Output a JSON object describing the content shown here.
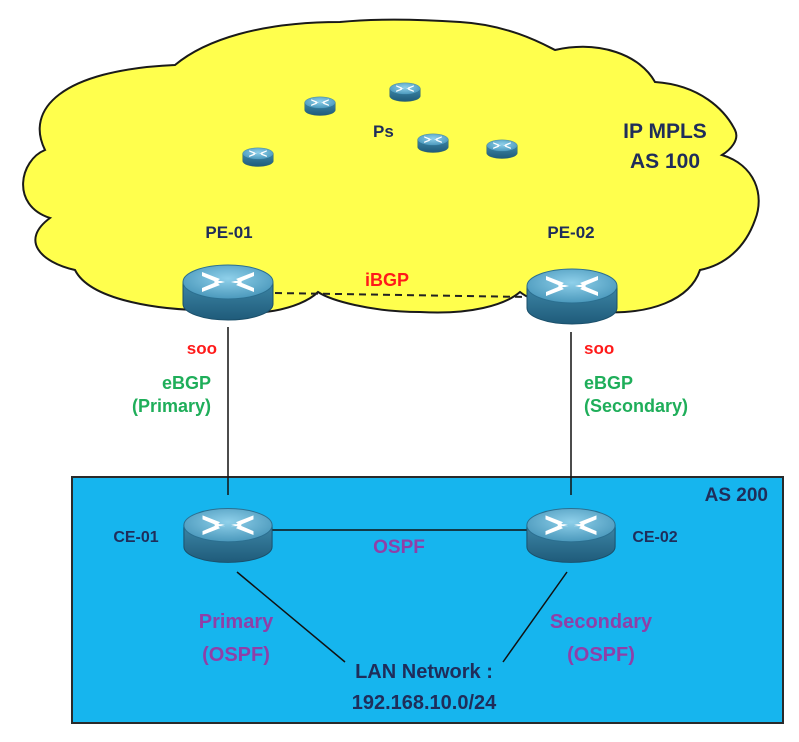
{
  "cloud": {
    "title_line1": "IP MPLS",
    "title_line2": "AS 100",
    "p_routers_label": "Ps",
    "fill_color": "#ffff4d"
  },
  "as200": {
    "label": "AS 200",
    "fill_color": "#16b5ee"
  },
  "routers": {
    "pe01": "PE-01",
    "pe02": "PE-02",
    "ce01": "CE-01",
    "ce02": "CE-02"
  },
  "links": {
    "ibgp": "iBGP",
    "soo_left": "soo",
    "soo_right": "soo",
    "ebgp_left_line1": "eBGP",
    "ebgp_left_line2": "(Primary)",
    "ebgp_right_line1": "eBGP",
    "ebgp_right_line2": "(Secondary)",
    "ospf": "OSPF",
    "primary_line1": "Primary",
    "primary_line2": "(OSPF)",
    "secondary_line1": "Secondary",
    "secondary_line2": "(OSPF)"
  },
  "lan": {
    "line1": "LAN Network :",
    "line2": "192.168.10.0/24"
  },
  "icons": {
    "router": "router-icon"
  }
}
